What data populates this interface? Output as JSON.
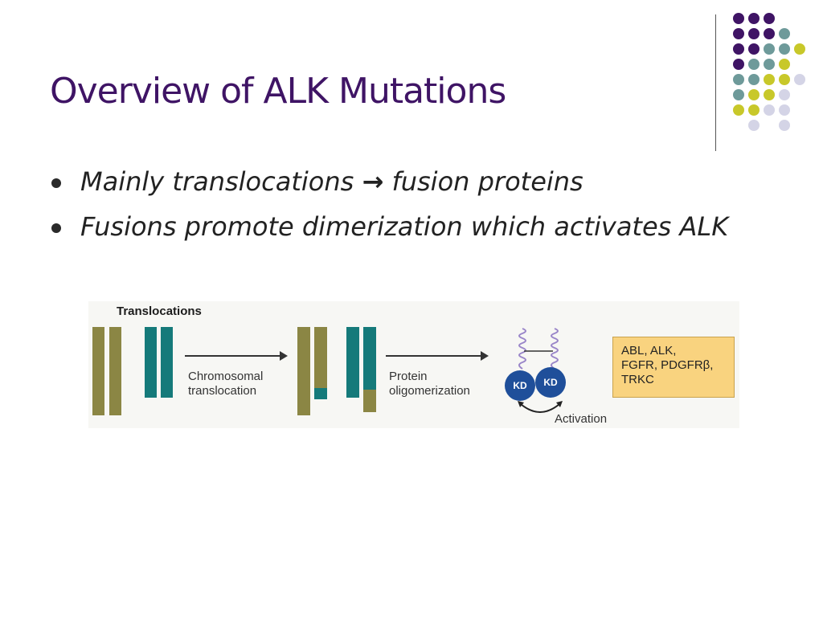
{
  "slide": {
    "title": "Overview of ALK Mutations",
    "bullets": {
      "first_before": "Mainly translocations ",
      "first_arrow": "→",
      "first_after": " fusion proteins",
      "second": "Fusions promote dimerization which activates ALK"
    }
  },
  "decor": {
    "dot_colors": {
      "purple": "#3f1465",
      "teal": "#6e9a9a",
      "yellow": "#c8c82a",
      "lavender": "#d4d4e6"
    }
  },
  "figure": {
    "title": "Translocations",
    "step1_label_line1": "Chromosomal",
    "step1_label_line2": "translocation",
    "step2_label_line1": "Protein",
    "step2_label_line2": "oligomerization",
    "kd_left": "KD",
    "kd_right": "KD",
    "activation_label": "Activation",
    "kinase_lines": [
      "ABL, ALK,",
      "FGFR, PDGFRβ,",
      "TRKC"
    ],
    "colors": {
      "olive": "#8b8644",
      "teal": "#157a7a",
      "kd_blue": "#1f4f9a",
      "box_fill": "#f9d37f"
    }
  }
}
